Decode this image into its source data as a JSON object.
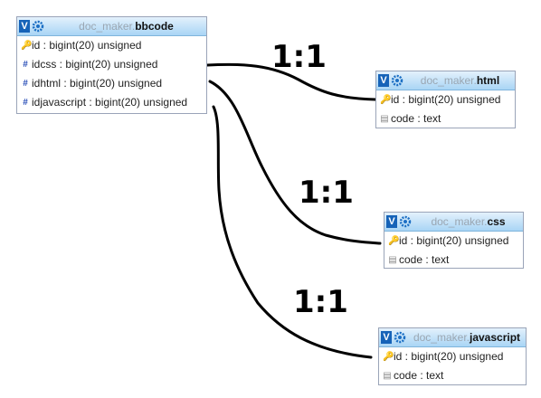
{
  "tables": [
    {
      "id": "bbcode",
      "db": "doc_maker.",
      "name": "bbcode",
      "columns": [
        {
          "label": "id : bigint(20) unsigned",
          "icon": "key-icon"
        },
        {
          "label": "idcss : bigint(20) unsigned",
          "icon": "hash-icon"
        },
        {
          "label": "idhtml : bigint(20) unsigned",
          "icon": "hash-icon"
        },
        {
          "label": "idjavascript : bigint(20) unsigned",
          "icon": "hash-icon"
        }
      ]
    },
    {
      "id": "html",
      "db": "doc_maker.",
      "name": "html",
      "columns": [
        {
          "label": "id : bigint(20) unsigned",
          "icon": "key-icon"
        },
        {
          "label": "code : text",
          "icon": "column-icon"
        }
      ]
    },
    {
      "id": "css",
      "db": "doc_maker.",
      "name": "css",
      "columns": [
        {
          "label": "id : bigint(20) unsigned",
          "icon": "key-icon"
        },
        {
          "label": "code : text",
          "icon": "column-icon"
        }
      ]
    },
    {
      "id": "javascript",
      "db": "doc_maker.",
      "name": "javascript",
      "columns": [
        {
          "label": "id : bigint(20) unsigned",
          "icon": "key-icon"
        },
        {
          "label": "code : text",
          "icon": "column-icon"
        }
      ]
    }
  ],
  "header_toggle": "V",
  "relations": [
    {
      "label": "1:1",
      "target": "html"
    },
    {
      "label": "1:1",
      "target": "css"
    },
    {
      "label": "1:1",
      "target": "javascript"
    }
  ]
}
